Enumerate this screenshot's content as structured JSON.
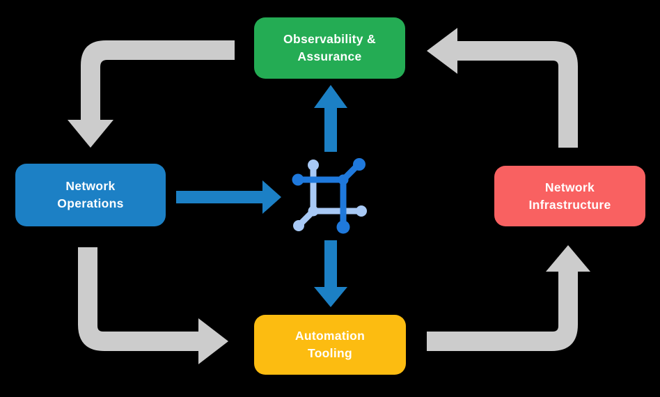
{
  "diagram": {
    "background": "#000000",
    "text_color": "#FFFFFF",
    "nodes": {
      "observability": {
        "line1": "Observability &",
        "line2": "Assurance",
        "color": "#24AC54"
      },
      "operations": {
        "line1": "Network",
        "line2": "Operations",
        "color": "#1C80C5"
      },
      "infrastructure": {
        "line1": "Network",
        "line2": "Infrastructure",
        "color": "#F96161"
      },
      "automation": {
        "line1": "Automation",
        "line2": "Tooling",
        "color": "#FCBC11"
      }
    },
    "arrows": {
      "cycle_color": "#CCCCCC",
      "flow_color": "#1C80C5"
    },
    "icon": {
      "name": "network-mesh-icon",
      "dark": "#1F79DC",
      "light": "#A8C9F5"
    },
    "edges": [
      {
        "from": "observability",
        "to": "operations",
        "style": "gray-cycle"
      },
      {
        "from": "operations",
        "to": "automation",
        "style": "gray-cycle"
      },
      {
        "from": "automation",
        "to": "infrastructure",
        "style": "gray-cycle"
      },
      {
        "from": "infrastructure",
        "to": "observability",
        "style": "gray-cycle"
      },
      {
        "from": "operations",
        "to": "center-icon",
        "style": "blue-flow"
      },
      {
        "from": "center-icon",
        "to": "observability",
        "style": "blue-flow"
      },
      {
        "from": "center-icon",
        "to": "automation",
        "style": "blue-flow"
      }
    ]
  }
}
